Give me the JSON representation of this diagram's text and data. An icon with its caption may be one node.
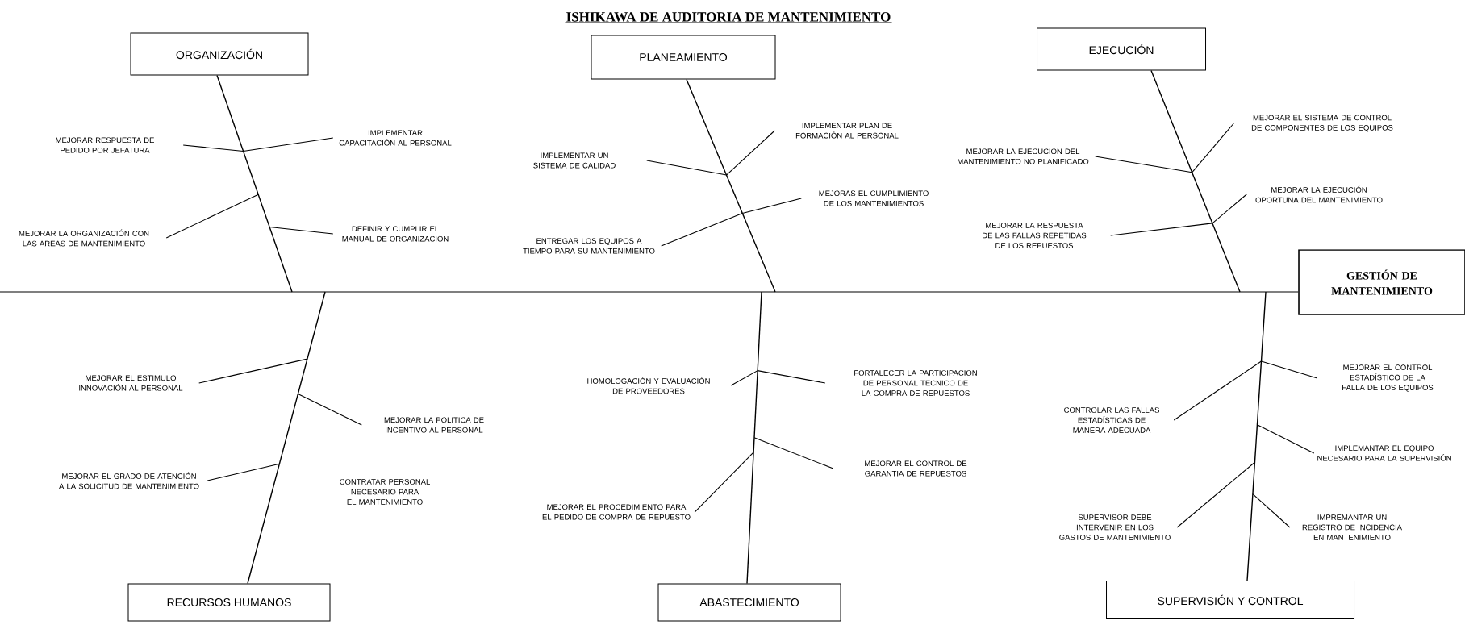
{
  "diagram": {
    "title": "ISHIKAWA DE AUDITORIA DE MANTENIMIENTO",
    "nodes": [
      {
        "text": [
          "ORGANIZACIÓN"
        ]
      },
      {
        "text": [
          "PLANEAMIENTO"
        ]
      },
      {
        "text": [
          "EJECUCIÓN"
        ]
      },
      {
        "text": [
          "MEJORAR RESPUESTA DE PEDIDO POR JEFATURA"
        ]
      },
      {
        "text": [
          "MEJORAR LA ORGANIZACIÓN CON LAS AREAS DE MANTENIMIENTO"
        ]
      },
      {
        "text": [
          "IMPLEMENTAR CAPACITACIÓN AL PERSONAL"
        ]
      },
      {
        "text": [
          "DEFINIR Y CUMPLIR EL MANUAL DE ORGANIZACIÓN"
        ]
      },
      {
        "text": [
          "IMPLEMENTAR UN SISTEMA DE CALIDAD"
        ]
      },
      {
        "text": [
          "ENTREGAR LOS EQUIPOS A TIEMPO PARA SU MANTENIMIENTO"
        ]
      },
      {
        "text": [
          "IMPLEMENTAR PLAN DE FORMACIÓN AL PERSONAL"
        ]
      },
      {
        "text": [
          "MEJORAS EL CUMPLIMIENTO DE LOS MANTENIMIENTOS"
        ]
      },
      {
        "text": [
          "MEJORAR LA EJECUCION DEL MANTENIMIENTO NO PLANIFICADO"
        ]
      },
      {
        "text": [
          "MEJORAR LA RESPUESTA DE LAS FALLAS REPETIDAS DE LOS REPUESTOS"
        ]
      },
      {
        "text": [
          "MEJORAR EL SISTEMA DE CONTROL DE COMPONENTES DE LOS EQUIPOS"
        ]
      },
      {
        "text": [
          "MEJORAR LA EJECUCIÓN OPORTUNA DEL MANTENIMIENTO"
        ]
      },
      {
        "text": [
          "GESTIÓN DE MANTENIMIENTO"
        ]
      },
      {
        "text": [
          "MEJORAR EL ESTIMULO INNOVACIÓN AL PERSONAL"
        ]
      },
      {
        "text": [
          "MEJORAR EL GRADO DE ATENCIÓN A LA SOLICITUD DE MANTENIMIENTO"
        ]
      },
      {
        "text": [
          "MEJORAR LA POLITICA DE INCENTIVO AL PERSONAL"
        ]
      },
      {
        "text": [
          "HOMOLOGACIÓN Y EVALUACIÓN DE PROVEEDORES"
        ]
      },
      {
        "text": [
          "MEJORAR EL PROCEDIMIENTO PARA EL PEDIDO DE COMPRA DE REPUESTO"
        ]
      },
      {
        "text": [
          "FORTALECER LA PARTICIPACION DE PERSONAL TECNICO DE LA COMPRA DE REPUESTOS"
        ]
      },
      {
        "text": [
          "MEJORAR EL CONTROL DE GARANTIA DE REPUESTOS"
        ]
      },
      {
        "text": [
          "CONTROLAR LAS FALLAS ESTADÍSTICAS DE MANERA ADECUADA"
        ]
      },
      {
        "text": [
          "SUPERVISOR DEBE INTERVENIR EN LOS GASTOS DE MANTENIMIENTO"
        ]
      },
      {
        "text": [
          "MEJORAR EL CONTROL ESTADÍSTICO DE LA FALLA DE LOS EQUIPOS"
        ]
      },
      {
        "text": [
          "IMPLEMANTAR EL EQUIPO NECESARIO PARA LA SUPERVISIÓN"
        ]
      },
      {
        "text": [
          "IMPREMANTAR UN REGISTRO DE INCIDENCIA EN MANTENIMIENTO"
        ]
      },
      {
        "text": [
          "RECURSOS HUMANOS"
        ]
      },
      {
        "text": [
          "ABASTECIMIENTO"
        ]
      },
      {
        "text": [
          "SUPERVISIÓN Y CONTROL"
        ]
      }
    ],
    "edges": [
      {
        "from": 0,
        "to": null,
        "arrow": "none"
      },
      {
        "from": 1,
        "to": null,
        "arrow": "none"
      },
      {
        "from": 2,
        "to": null,
        "arrow": "none"
      },
      {
        "from": 28,
        "to": null,
        "arrow": "none"
      },
      {
        "from": 29,
        "to": null,
        "arrow": "none"
      },
      {
        "from": 30,
        "to": null,
        "arrow": "none"
      },
      {
        "from": null,
        "to": 15,
        "arrow": "none"
      },
      {
        "from": 3,
        "to": null,
        "arrow": "none"
      },
      {
        "from": 4,
        "to": null,
        "arrow": "none"
      },
      {
        "from": 5,
        "to": null,
        "arrow": "none"
      },
      {
        "from": 6,
        "to": null,
        "arrow": "none"
      },
      {
        "from": 7,
        "to": null,
        "arrow": "none"
      },
      {
        "from": 8,
        "to": null,
        "arrow": "none"
      },
      {
        "from": 9,
        "to": null,
        "arrow": "none"
      },
      {
        "from": 10,
        "to": null,
        "arrow": "none"
      },
      {
        "from": 11,
        "to": null,
        "arrow": "none"
      },
      {
        "from": 12,
        "to": null,
        "arrow": "none"
      },
      {
        "from": 13,
        "to": null,
        "arrow": "none"
      },
      {
        "from": 14,
        "to": null,
        "arrow": "none"
      },
      {
        "from": 16,
        "to": null,
        "arrow": "none"
      },
      {
        "from": 17,
        "to": null,
        "arrow": "none"
      },
      {
        "from": 18,
        "to": null,
        "arrow": "none"
      },
      {
        "from": 19,
        "to": null,
        "arrow": "none"
      },
      {
        "from": 20,
        "to": null,
        "arrow": "none"
      },
      {
        "from": 21,
        "to": null,
        "arrow": "none"
      },
      {
        "from": 22,
        "to": null,
        "arrow": "none"
      },
      {
        "from": 23,
        "to": null,
        "arrow": "none"
      },
      {
        "from": 24,
        "to": null,
        "arrow": "none"
      },
      {
        "from": 25,
        "to": null,
        "arrow": "none"
      },
      {
        "from": 26,
        "to": null,
        "arrow": "none"
      },
      {
        "from": 27,
        "to": null,
        "arrow": "none"
      }
    ],
    "labels": [
      "CONTRATAR PERSONAL NECESARIO PARA EL MANTENIMIENTO"
    ]
  }
}
